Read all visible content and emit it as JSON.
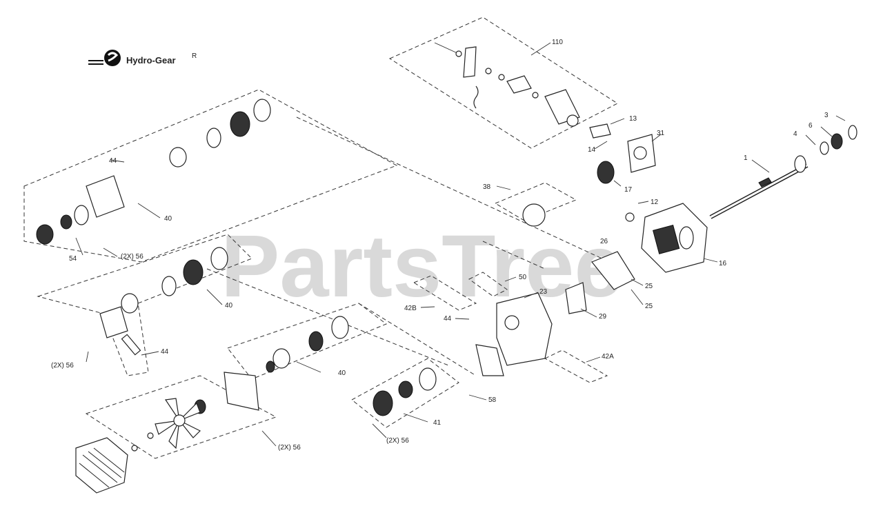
{
  "brand": {
    "name": "Hydro-Gear",
    "mark": "R"
  },
  "watermark": "PartsTree",
  "callouts": {
    "c110": "110",
    "c13": "13",
    "c14": "14",
    "c31": "31",
    "c3": "3",
    "c6": "6",
    "c4": "4",
    "c1": "1",
    "c17": "17",
    "c38": "38",
    "c12": "12",
    "c16": "16",
    "c26": "26",
    "c25a": "25",
    "c25b": "25",
    "c50": "50",
    "c23": "23",
    "c42B": "42B",
    "c44a": "44",
    "c44b": "44",
    "c44c": "44",
    "c29": "29",
    "c42A": "42A",
    "c40a": "40",
    "c40b": "40",
    "c40c": "40",
    "c41": "41",
    "c54": "54",
    "c56a": "(2X) 56",
    "c56b": "(2X) 56",
    "c56c": "(2X) 56",
    "c56d": "(2X) 56",
    "c58": "58"
  },
  "icons": {
    "logo": "hydro-gear-logo-icon"
  }
}
